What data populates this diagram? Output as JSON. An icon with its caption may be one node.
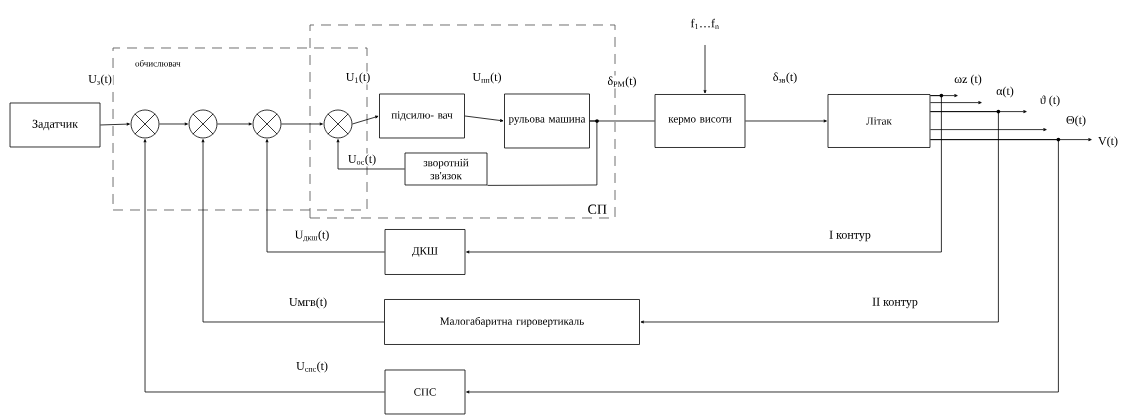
{
  "diagram": {
    "nodes": [
      {
        "text": [
          "обчислювач"
        ]
      },
      {
        "text": [
          "СП"
        ]
      },
      {
        "text": [
          "Задатчик"
        ]
      },
      {
        "text": [],
        "shape": "circle",
        "in": 0
      },
      {
        "text": [],
        "shape": "circle",
        "in": 0
      },
      {
        "text": [],
        "shape": "circle",
        "in": 0
      },
      {
        "text": [],
        "shape": "circle"
      },
      {
        "text": [
          "підсилю- вач"
        ],
        "in": 1
      },
      {
        "text": [
          "рульова машина"
        ],
        "in": 1
      },
      {
        "text": [
          "зворотній зв'язок"
        ],
        "in": 1
      },
      {
        "text": [
          "кермо висоти"
        ]
      },
      {
        "text": [
          "Літак"
        ]
      },
      {
        "text": [
          "ДКШ"
        ]
      },
      {
        "text": [
          "Малогабаритна гировертикаль"
        ]
      },
      {
        "text": [
          "СПС"
        ]
      }
    ],
    "edges": [
      {
        "from": 2,
        "to": 3,
        "arrow": "to",
        "label": "U$_{з}$(t)"
      },
      {
        "from": 3,
        "to": 4,
        "arrow": "to"
      },
      {
        "from": 4,
        "to": 5,
        "arrow": "to"
      },
      {
        "from": 5,
        "to": 6,
        "arrow": "to"
      },
      {
        "from": 6,
        "to": 7,
        "arrow": "to",
        "label": "U$_{1}$(t)"
      },
      {
        "from": 7,
        "to": 8,
        "arrow": "to",
        "label": "U$_{пп}$(t)"
      },
      {
        "from": 8,
        "to": 10,
        "arrow": "none",
        "label": "δ$_{РМ}$(t)"
      },
      {
        "from": 8,
        "to": 9,
        "arrow": "none"
      },
      {
        "from": 9,
        "to": 6,
        "arrow": "to",
        "label": "U$_{ос}$(t)"
      },
      {
        "from": null,
        "to": 10,
        "arrow": "to",
        "label": "f$_{1}$…f$_{n}$"
      },
      {
        "from": 10,
        "to": 11,
        "arrow": "to",
        "label": "δ$_{зв}$(t)"
      },
      {
        "from": 11,
        "to": null,
        "arrow": "to",
        "label": "ωz (t)"
      },
      {
        "from": 11,
        "to": null,
        "arrow": "to",
        "label": "α(t)"
      },
      {
        "from": 11,
        "to": null,
        "arrow": "to",
        "label": "ϑ (t)"
      },
      {
        "from": 11,
        "to": null,
        "arrow": "to",
        "label": "Θ(t)"
      },
      {
        "from": 11,
        "to": null,
        "arrow": "to",
        "label": "V(t)"
      },
      {
        "from": 11,
        "to": 12,
        "arrow": "to",
        "label": "I контур"
      },
      {
        "from": 11,
        "to": 13,
        "arrow": "to",
        "label": "II контур"
      },
      {
        "from": 11,
        "to": 14,
        "arrow": "to"
      },
      {
        "from": 12,
        "to": 5,
        "arrow": "to",
        "label": "U$_{дкш}$(t)"
      },
      {
        "from": 13,
        "to": 4,
        "arrow": "to",
        "label": "Uмгв(t)"
      },
      {
        "from": 14,
        "to": 3,
        "arrow": "to",
        "label": "U$_{спс}$(t)"
      }
    ]
  }
}
